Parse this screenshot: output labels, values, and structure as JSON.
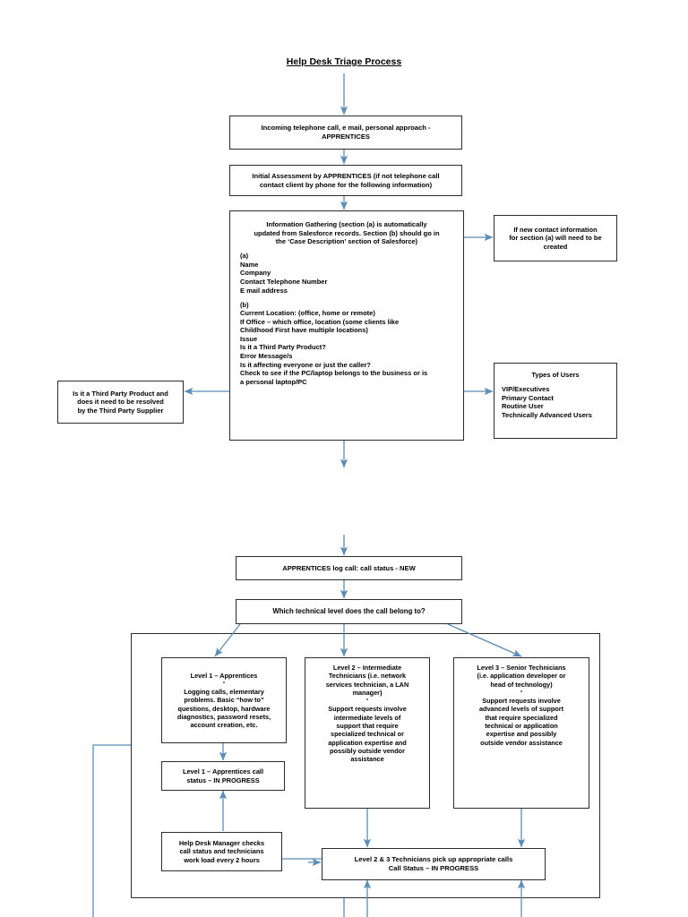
{
  "document": {
    "title": "Help Desk Triage Process"
  },
  "colors": {
    "arrow": "#5b8db8",
    "border": "#2b2b2b",
    "background": "#ffffff",
    "text": "#000000"
  },
  "chart_data": {
    "type": "diagram",
    "title": "Help Desk Triage Process",
    "nodes": [
      {
        "id": "intake",
        "label": "Incoming telephone call, e mail, personal approach - APPRENTICES"
      },
      {
        "id": "initial_assessment",
        "label": "Initial Assessment by APPRENTICES (if not telephone call contact client by phone for the following information)"
      },
      {
        "id": "info_gathering",
        "label": "Information Gathering (section (a) is automatically updated from Salesforce records. Section (b) should go in the 'Case Description' section of Salesforce)"
      },
      {
        "id": "new_contact",
        "label": "If new contact information for section (a) will need to be created"
      },
      {
        "id": "types_of_users",
        "label": "Types of Users"
      },
      {
        "id": "third_party",
        "label": "Is it a Third Party Product and does it need to be resolved by the Third Party Supplier"
      },
      {
        "id": "log_call",
        "label": "APPRENTICES log call: call status - NEW"
      },
      {
        "id": "which_level",
        "label": "Which technical level does the call belong to?"
      },
      {
        "id": "level1",
        "label": "Level 1 – Apprentices"
      },
      {
        "id": "level2",
        "label": "Level 2 – Intermediate Technicians"
      },
      {
        "id": "level3",
        "label": "Level 3 – Senior Technicians"
      },
      {
        "id": "level1_status",
        "label": "Level 1 – Apprentices call status – IN PROGRESS"
      },
      {
        "id": "manager_check",
        "label": "Help Desk Manager checks call status and technicians work load every 2 hours"
      },
      {
        "id": "level23_pickup",
        "label": "Level 2 & 3 Technicians pick up appropriate calls Call Status – IN PROGRESS"
      }
    ],
    "edges": [
      {
        "from": "title",
        "to": "intake"
      },
      {
        "from": "intake",
        "to": "initial_assessment"
      },
      {
        "from": "initial_assessment",
        "to": "info_gathering"
      },
      {
        "from": "info_gathering",
        "to": "new_contact"
      },
      {
        "from": "info_gathering",
        "to": "types_of_users"
      },
      {
        "from": "info_gathering",
        "to": "third_party"
      },
      {
        "from": "info_gathering",
        "to": "log_call"
      },
      {
        "from": "log_call",
        "to": "which_level"
      },
      {
        "from": "which_level",
        "to": "level1"
      },
      {
        "from": "which_level",
        "to": "level2"
      },
      {
        "from": "which_level",
        "to": "level3"
      },
      {
        "from": "level1",
        "to": "level1_status"
      },
      {
        "from": "manager_check",
        "to": "level1_status"
      },
      {
        "from": "level2",
        "to": "level23_pickup"
      },
      {
        "from": "level3",
        "to": "level23_pickup"
      }
    ]
  },
  "nodes": {
    "intake": {
      "text": "Incoming telephone call, e mail, personal approach - APPRENTICES"
    },
    "initial_assessment": {
      "line1": "Initial Assessment by APPRENTICES (if not telephone call",
      "line2": "contact client by phone for the following information)"
    },
    "info_gathering": {
      "heading_line1": "Information Gathering (section (a) is automatically",
      "heading_line2": "updated from Salesforce records. Section (b) should go in",
      "heading_line3": "the ‘Case Description’ section of Salesforce)",
      "section_a_label": "(a)",
      "section_a_items": [
        "Name",
        "Company",
        "Contact Telephone Number",
        "E mail address"
      ],
      "section_b_label": "(b)",
      "section_b_items": [
        "Current Location: (office, home or remote)",
        "If Office – which office, location (some clients like",
        "Childhood First have multiple locations)",
        "Issue",
        "Is it a Third Party Product?",
        "Error Message/s",
        "Is it affecting everyone or just the caller?",
        "Check to see if the PC/laptop belongs to the business or is",
        "a personal laptop/PC"
      ]
    },
    "new_contact": {
      "line1": "If new contact information",
      "line2": "for section (a) will need to be",
      "line3": "created"
    },
    "types_of_users": {
      "heading": "Types of Users",
      "items": [
        "VIP/Executives",
        "Primary Contact",
        "Routine User",
        "Technically Advanced Users"
      ]
    },
    "third_party": {
      "line1": "Is it a Third Party Product and",
      "line2": "does it need to be resolved",
      "line3": "by the Third Party Supplier"
    },
    "log_call": {
      "text": "APPRENTICES log call: call status - NEW"
    },
    "which_level": {
      "text": "Which technical level does the call belong to?"
    },
    "level1": {
      "heading": "Level 1 – Apprentices",
      "separator": "-",
      "body_line1": "Logging calls, elementary",
      "body_line2": "problems. Basic “how to”",
      "body_line3": "questions, desktop, hardware",
      "body_line4": "diagnostics, password resets,",
      "body_line5": "account creation, etc."
    },
    "level2": {
      "heading_line1": "Level 2 – Intermediate",
      "heading_line2": "Technicians (i.e. network",
      "heading_line3": "services technician, a LAN",
      "heading_line4": "manager)",
      "separator": "-",
      "body_line1": "Support requests involve",
      "body_line2": "intermediate levels of",
      "body_line3": "support that require",
      "body_line4": "specialized technical or",
      "body_line5": "application expertise and",
      "body_line6": "possibly outside vendor",
      "body_line7": "assistance"
    },
    "level3": {
      "heading_line1": "Level 3 – Senior Technicians",
      "heading_line2": "(i.e. application developer or",
      "heading_line3": "head of technology)",
      "separator": "-",
      "body_line1": "Support requests involve",
      "body_line2": "advanced levels of support",
      "body_line3": "that require specialized",
      "body_line4": "technical or application",
      "body_line5": "expertise and possibly",
      "body_line6": "outside vendor assistance"
    },
    "level1_status": {
      "line1": "Level 1 – Apprentices call",
      "line2": "status – IN PROGRESS"
    },
    "manager_check": {
      "line1": "Help Desk Manager checks",
      "line2": "call status and technicians",
      "line3": "work load every 2 hours"
    },
    "level23_pickup": {
      "line1": "Level 2 & 3 Technicians pick up appropriate calls",
      "line2": "Call Status – IN PROGRESS"
    }
  }
}
